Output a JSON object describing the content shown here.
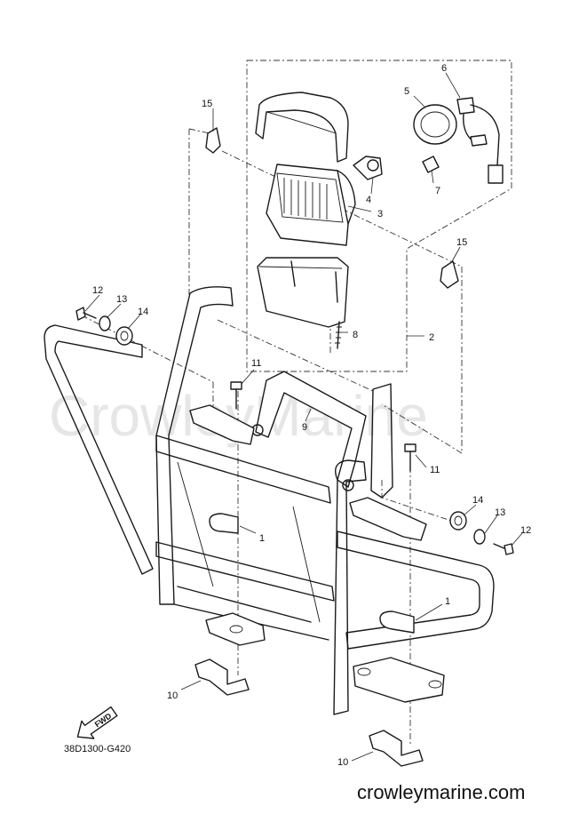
{
  "watermark": "CrowleyMarine",
  "drawing_code": "38D1300-G420",
  "site_url": "crowleymarine.com",
  "fwd_label": "FWD",
  "callouts": {
    "c1a": "1",
    "c1b": "1",
    "c2": "2",
    "c3": "3",
    "c4": "4",
    "c5": "5",
    "c6": "6",
    "c7": "7",
    "c8": "8",
    "c9": "9",
    "c10a": "10",
    "c10b": "10",
    "c11a": "11",
    "c11b": "11",
    "c12a": "12",
    "c12b": "12",
    "c13a": "13",
    "c13b": "13",
    "c14a": "14",
    "c14b": "14",
    "c15a": "15",
    "c15b": "15"
  }
}
